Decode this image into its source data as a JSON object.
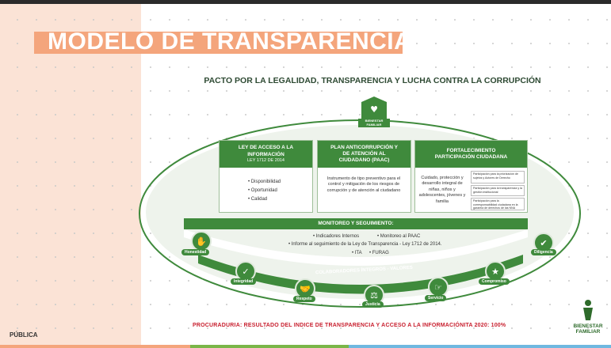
{
  "title": "MODELO DE TRANSPARENCIA",
  "subtitle": "PACTO POR LA LEGALIDAD, TRANSPARENCIA Y LUCHA CONTRA LA CORRUPCIÓN",
  "logo_text": "BIENESTAR FAMILIAR",
  "pillars": [
    {
      "title": "LEY DE ACCESO A LA INFORMACIÓN",
      "subtitle": "LEY 1712 DE 2014",
      "items": [
        "Disponibilidad",
        "Oportunidad",
        "Calidad"
      ]
    },
    {
      "title": "PLAN ANTICORRUPCIÓN Y DE ATENCIÓN AL CIUDADANO (PAAC)",
      "text": "Instrumento de tipo preventivo para el control y mitigación de los riesgos de corrupción y de atención al ciudadano"
    },
    {
      "title": "FORTALECIMIENTO PARTICIPACIÓN CIUDADANA",
      "text": "Cuidado, protección y desarrollo integral de niñas, niños y adolescentes, jóvenes y familia",
      "boxes": [
        "Participación para la priorización de sujetos y Actores de Derecho",
        "Participación para la transparencia y la gestión institucional",
        "Participación para la corresponsabilidad ciudadana en la garantía de derechos de las NNA"
      ]
    }
  ],
  "monitoring": {
    "title": "MONITOREO Y SEGUIMIENTO:",
    "items": [
      "• Indicadores Internos",
      "• Monitoreo al PAAC",
      "• Informe al seguimiento de la Ley de Transparencia - Ley 1712 de 2014.",
      "• ITA",
      "• FURAG"
    ]
  },
  "collaborators": "COLABORADORES ÍNTEGROS - VALORES",
  "values": [
    "Honestidad",
    "Integridad",
    "Respeto",
    "Justicia",
    "Servicio",
    "Compromiso",
    "Diligencia"
  ],
  "footer": "PROCURADURIA: RESULTADO DEL INDICE DE TRANSPARENCIA Y ACCESO A LA INFORMACIÓNITA 2020: 100%",
  "classification": "PÚBLICA",
  "brand": {
    "line1": "BIENESTAR",
    "line2": "FAMILIAR"
  },
  "colors": {
    "green": "#3f8a3c",
    "title_bg": "#f4a57c",
    "left_panel": "#fbe3d6",
    "footer_red": "#c8202f"
  }
}
